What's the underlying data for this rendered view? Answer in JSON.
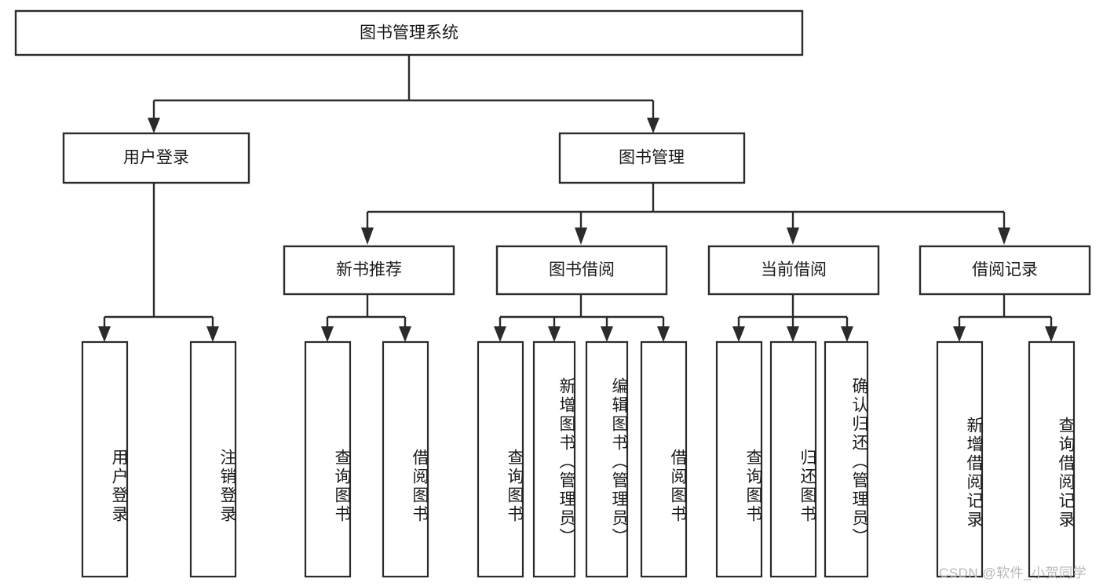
{
  "diagram": {
    "title": "图书管理系统",
    "watermark": "CSDN @软件_小贺同学",
    "colors": {
      "stroke": "#2b2b2b",
      "fill": "#ffffff",
      "text": "#1b1b1b",
      "watermark": "#b9b9b9"
    },
    "root": {
      "label": "图书管理系统"
    },
    "level2": [
      {
        "label": "用户登录"
      },
      {
        "label": "图书管理"
      }
    ],
    "level3": [
      {
        "label": "新书推荐"
      },
      {
        "label": "图书借阅"
      },
      {
        "label": "当前借阅"
      },
      {
        "label": "借阅记录"
      }
    ],
    "leaves": {
      "user_login": [
        {
          "label": "用户登录"
        },
        {
          "label": "注销登录"
        }
      ],
      "new_book_recommend": [
        {
          "label": "查询图书"
        },
        {
          "label": "借阅图书"
        }
      ],
      "book_borrow": [
        {
          "label": "查询图书"
        },
        {
          "label": "新增图书（管理员）"
        },
        {
          "label": "编辑图书（管理员）"
        },
        {
          "label": "借阅图书"
        }
      ],
      "current_borrow": [
        {
          "label": "查询图书"
        },
        {
          "label": "归还图书"
        },
        {
          "label": "确认归还（管理员）"
        }
      ],
      "borrow_record": [
        {
          "label": "新增借阅记录"
        },
        {
          "label": "查询借阅记录"
        }
      ]
    }
  }
}
